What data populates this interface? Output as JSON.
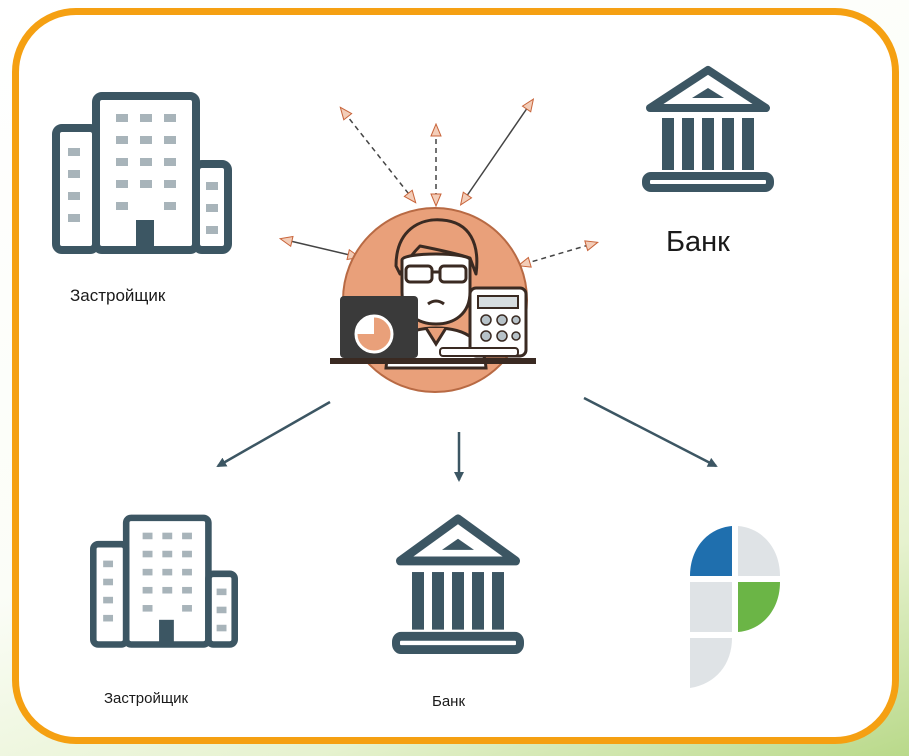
{
  "nodes": {
    "top_builder": {
      "label": "Застройщик",
      "icon": "building-icon"
    },
    "top_bank": {
      "label": "Банк",
      "icon": "bank-icon"
    },
    "center": {
      "icon": "accountant-icon"
    },
    "bottom_builder": {
      "label": "Застройщик",
      "icon": "building-icon"
    },
    "bottom_bank": {
      "label": "Банк",
      "icon": "bank-icon"
    },
    "bottom_registry": {
      "icon": "rosreestr-logo-icon"
    }
  },
  "colors": {
    "frame": "#f5a012",
    "icon_stroke": "#3c5663",
    "accent_orange": "#e9a07a",
    "logo_blue": "#1f6fae",
    "logo_green": "#6bb546",
    "logo_grey": "#dfe3e6"
  }
}
